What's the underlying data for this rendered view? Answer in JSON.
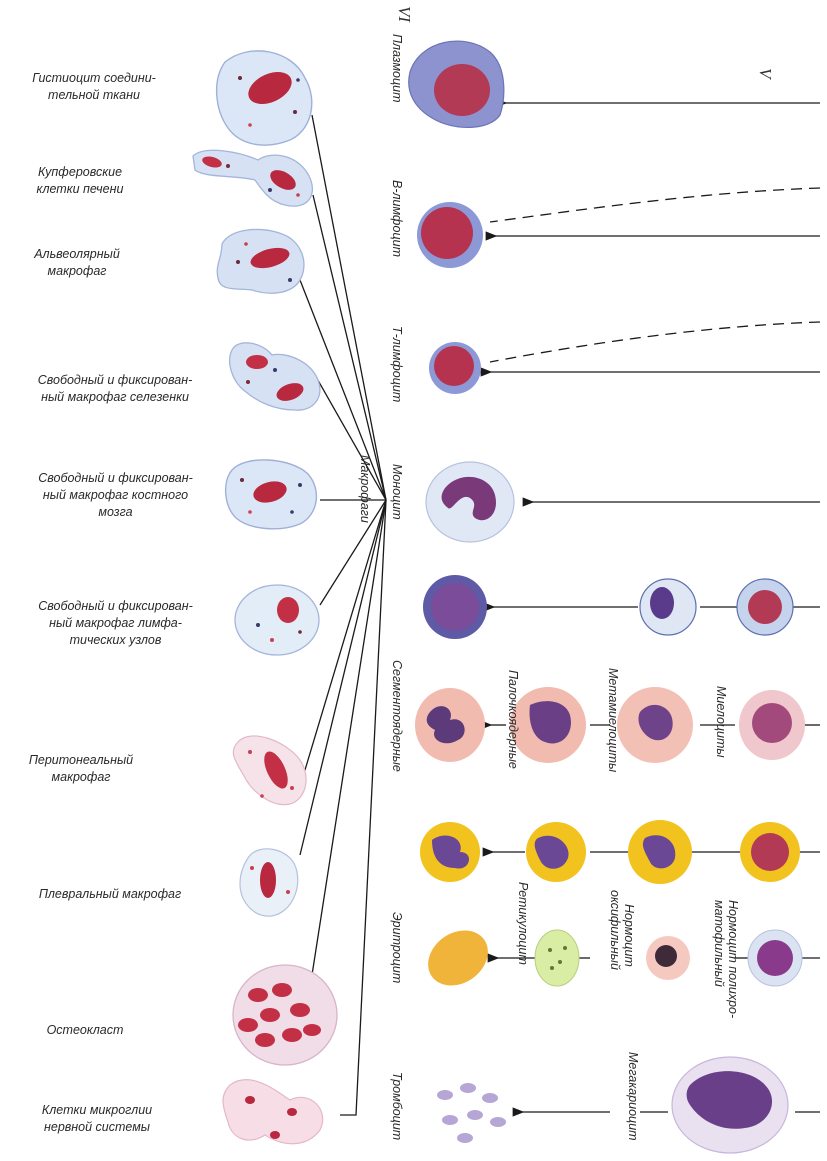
{
  "roman_numerals": {
    "vi": "VI",
    "v": "V"
  },
  "macrophage_labels": {
    "histiocyte": "Гистиоцит соедини-\nтельной ткани",
    "kupffer": "Купферовские\nклетки печени",
    "alveolar": "Альвеолярный\nмакрофаг",
    "spleen": "Свободный и фиксирован-\nный макрофаг селезенки",
    "bone_marrow": "Свободный и фиксирован-\nный макрофаг костного\nмозга",
    "lymph_nodes": "Свободный и фиксирован-\nный макрофаг лимфа-\nтических узлов",
    "peritoneal": "Перитонеальный\nмакрофаг",
    "pleural": "Плевральный макрофаг",
    "osteoclast": "Остеокласт",
    "microglia": "Клетки микроглии\nнервной системы"
  },
  "vertical_labels": {
    "macrophages": "Макрофаги",
    "plasmocyte": "Плазмоцит",
    "b_lymphocyte": "В-лимфоцит",
    "t_lymphocyte": "Т-лимфоцит",
    "monocyte": "Моноцит",
    "segmented": "Сегментоядерные",
    "band": "Палочкоядерные",
    "metamyelocytes": "Метамиелоциты",
    "myelocytes": "Миелоциты",
    "erythrocyte": "Эритроцит",
    "reticulocyte": "Ретикулоцит",
    "normocyte_oxy_1": "Нормоцит",
    "normocyte_oxy_2": "оксифильный",
    "normocyte_poly_1": "Нормоцит полихро-",
    "normocyte_poly_2": "матофильный",
    "thrombocyte": "Тромбоцит",
    "megakaryocyte": "Мегакариоцит"
  },
  "colors": {
    "macrophage_cytoplasm": "#d9e6f5",
    "nucleus_red": "#b8283f",
    "lymph_ring": "#7f8fd2",
    "eosinophil_cytoplasm": "#f3c21e",
    "neutrophil_cytoplasm": "#f2b9ad",
    "basophil_nucleus": "#6b4f9e",
    "erythrocyte": "#f0b43a",
    "reticulocyte": "#d9eda5",
    "normocyte_oxy": "#f6c9c0",
    "platelet": "#b6a6d6",
    "line": "#1a1a1a"
  }
}
